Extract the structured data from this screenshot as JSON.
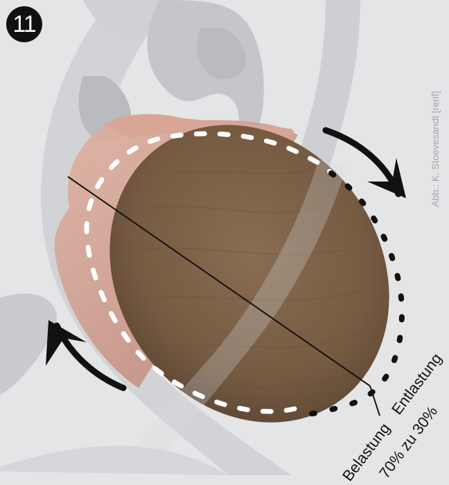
{
  "figure": {
    "number": "11",
    "credit": "Abb.: K. Stoevesandt [rerif]"
  },
  "labels": {
    "load": "Belastung",
    "relief": "Entlastung",
    "ratio": "70% zu 30%"
  },
  "colors": {
    "background": "#e4e5e7",
    "silhouette": "#cfd0d3",
    "dark_silhouette": "#b9bbbf",
    "head_hair": "#7c6248",
    "skin": "#c79a8e",
    "arrow": "#111111",
    "dashes_white": "#ffffff"
  },
  "icons": {
    "rotation_arrow_right": "curved-arrow-clockwise-icon",
    "rotation_arrow_left": "curved-arrow-up-left-icon"
  }
}
